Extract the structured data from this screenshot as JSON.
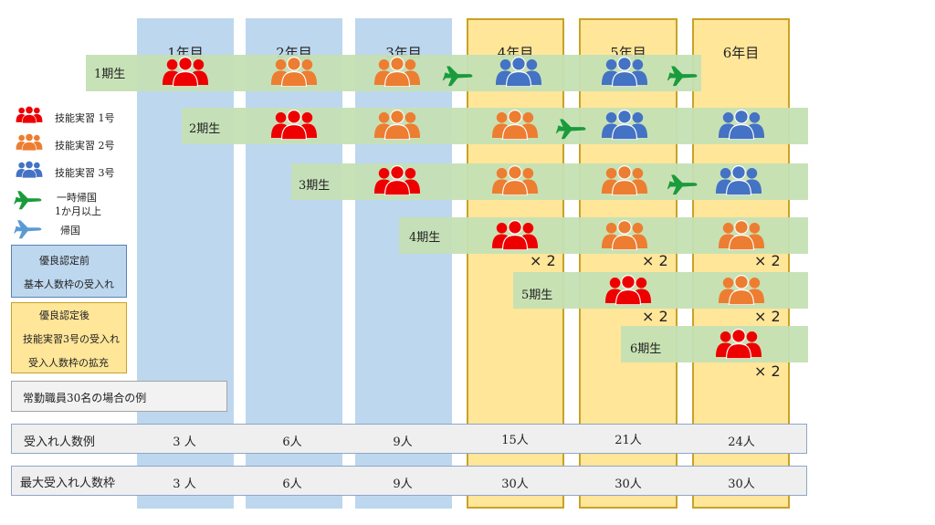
{
  "years": [
    "1年目",
    "2年目",
    "3年目",
    "4年目",
    "5年目",
    "6年目"
  ],
  "cohorts": [
    "1期生",
    "2期生",
    "3期生",
    "4期生",
    "5期生",
    "6期生"
  ],
  "multiplier": "× 2",
  "legend": {
    "tech1": "技能実習 1号",
    "tech2": "技能実習 2号",
    "tech3": "技能実習 3号",
    "temp_return_line1": "一時帰国",
    "temp_return_line2": "1か月以上",
    "return": "帰国"
  },
  "boxes": {
    "before_title": "優良認定前",
    "before_desc": "基本人数枠の受入れ",
    "after_title": "優良認定後",
    "after_desc1": "技能実習3号の受入れ",
    "after_desc2": "受入人数枠の拡充",
    "example": "常勤職員30名の場合の例"
  },
  "rows": {
    "accepted_label": "受入れ人数例",
    "accepted": [
      "3 人",
      "6人",
      "9人",
      "15人",
      "21人",
      "24人"
    ],
    "max_label": "最大受入れ人数枠",
    "max": [
      "3 人",
      "6人",
      "9人",
      "30人",
      "30人",
      "30人"
    ]
  },
  "colors": {
    "tech1": "#ee0000",
    "tech2": "#ed7d31",
    "tech3": "#4472c4",
    "temp_return": "#1a9b3c",
    "return": "#5b9bd5",
    "band": "#c5e0b4",
    "blue_col": "#bdd7ee",
    "yellow_col": "#ffe699"
  }
}
